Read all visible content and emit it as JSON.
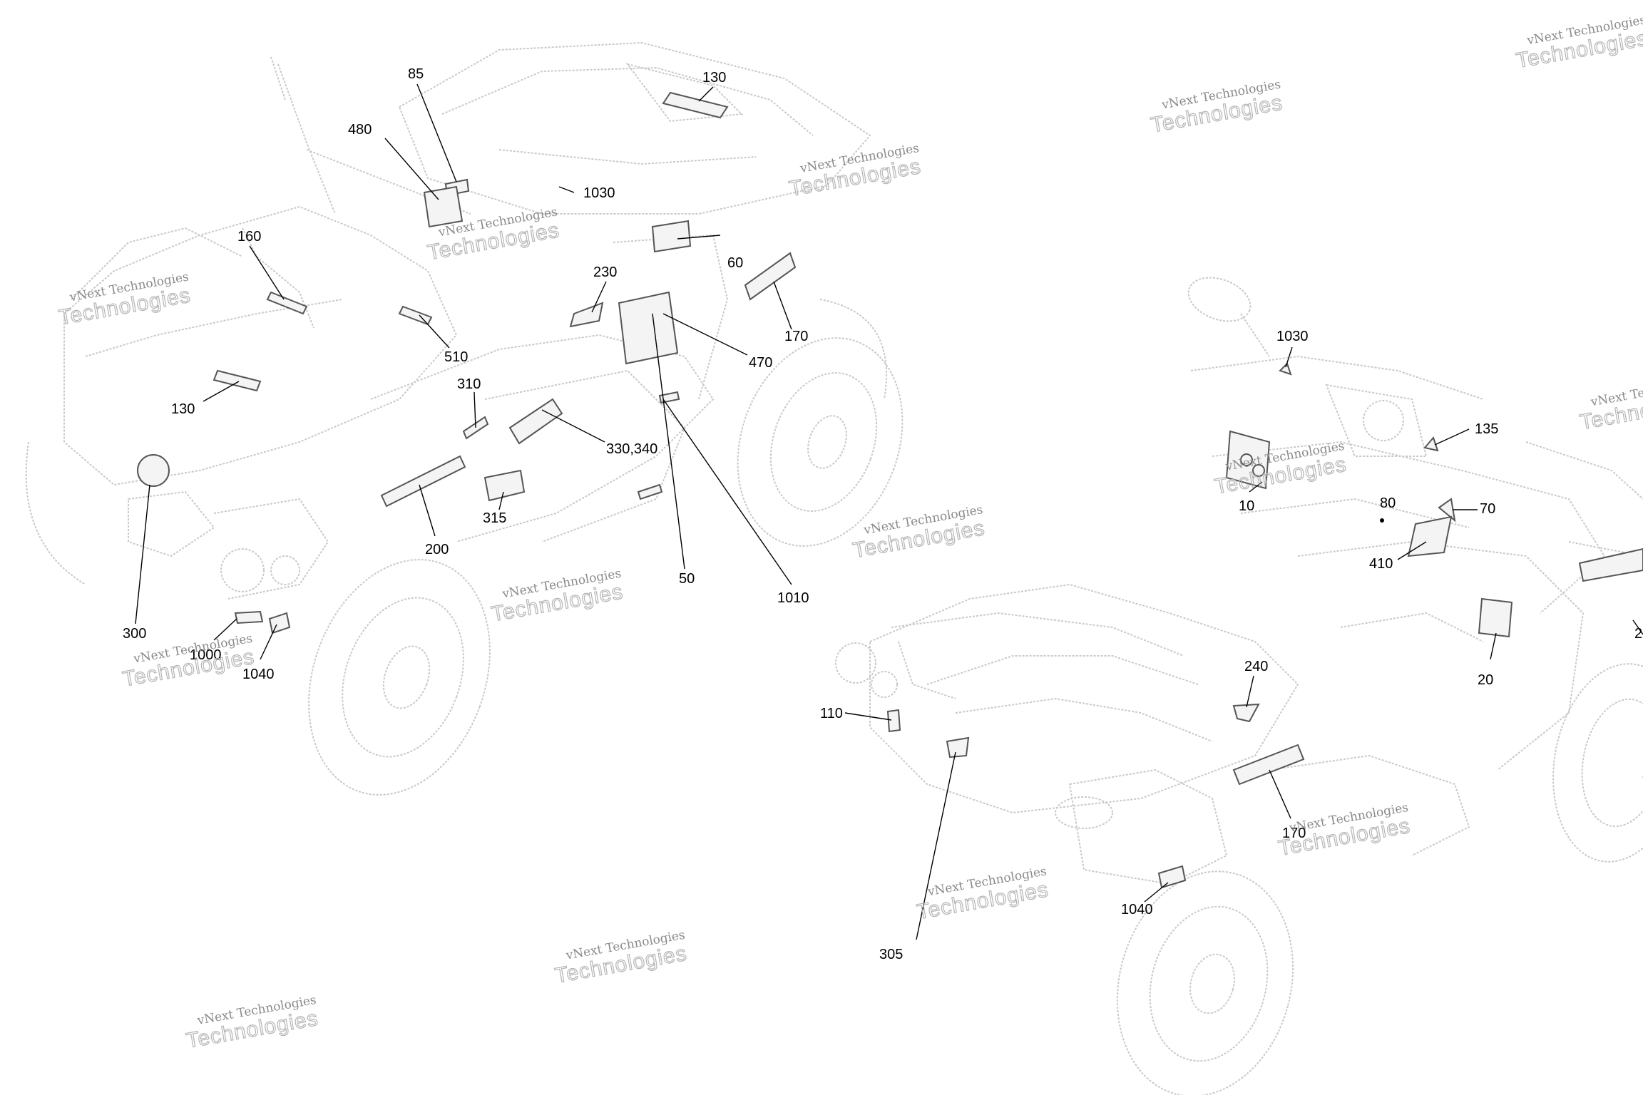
{
  "watermark": {
    "line1": "vNext Technologies",
    "line2": "Technologies"
  },
  "left_vehicle": {
    "callouts": {
      "c85": "85",
      "c130_top": "130",
      "c480": "480",
      "c1030": "1030",
      "c160": "160",
      "c60": "60",
      "c230": "230",
      "c170": "170",
      "c470": "470",
      "c510": "510",
      "c130_hood": "130",
      "c310": "310",
      "c330_340": "330,340",
      "c315": "315",
      "c200": "200",
      "c50": "50",
      "c1010": "1010",
      "c300": "300",
      "c1000": "1000",
      "c1040": "1040"
    }
  },
  "right_vehicle": {
    "callouts": {
      "c1030": "1030",
      "c135": "135",
      "c10": "10",
      "c80": "80",
      "c70": "70",
      "c410": "410",
      "c2_partial": "2",
      "c20": "20",
      "c240": "240",
      "c110": "110",
      "c170": "170",
      "c1040": "1040",
      "c305": "305"
    }
  }
}
